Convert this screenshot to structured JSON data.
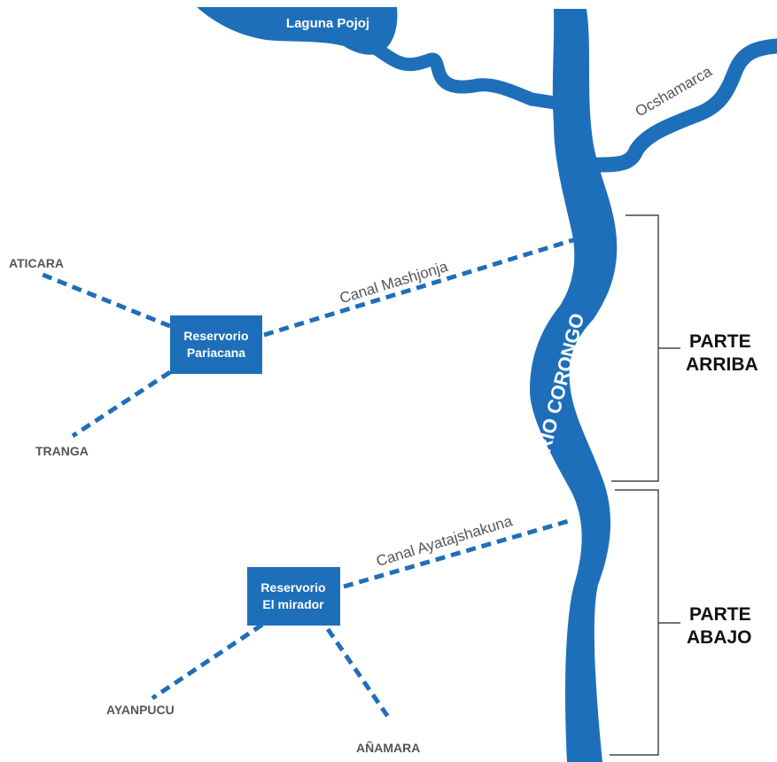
{
  "water_bodies": {
    "lagoon": "Laguna Pojoj",
    "river": "RÍO CORONGO",
    "tributary": "Ocshamarca"
  },
  "canals": {
    "upper": "Canal Mashjonja",
    "lower": "Canal Ayatajshakuna"
  },
  "reservoirs": {
    "upper": {
      "line1": "Reservorio",
      "line2": "Pariacana"
    },
    "lower": {
      "line1": "Reservorio",
      "line2": "El mirador"
    }
  },
  "places": {
    "aticara": "ATICARA",
    "tranga": "TRANGA",
    "ayanpucu": "AYANPUCU",
    "anamara": "AÑAMARA"
  },
  "sectors": {
    "upper": {
      "line1": "PARTE",
      "line2": "ARRIBA"
    },
    "lower": {
      "line1": "PARTE",
      "line2": "ABAJO"
    }
  },
  "colors": {
    "water": "#1e6fba",
    "label_gray": "#555555",
    "sector_text": "#111111"
  }
}
